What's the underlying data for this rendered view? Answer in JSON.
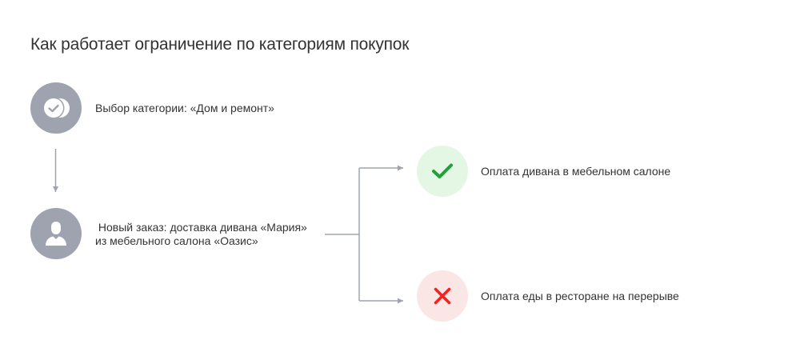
{
  "title": "Как работает ограничение по категориям покупок",
  "steps": [
    {
      "icon": "category-check-icon",
      "label": "Выбор категории: «Дом и ремонт»"
    },
    {
      "icon": "user-icon",
      "label_line1": " Новый заказ: доставка дивана «Мария»",
      "label_line2": "из мебельного салона «Оазис»"
    }
  ],
  "outcomes": [
    {
      "icon": "checkmark-icon",
      "status": "allowed",
      "color": "#21a038",
      "label": "Оплата дивана в мебельном салоне"
    },
    {
      "icon": "cross-icon",
      "status": "declined",
      "color": "#f52222",
      "label": "Оплата еды в ресторане на перерыве"
    }
  ],
  "colors": {
    "node_gray": "#9ea3af",
    "allowed_bg": "#e4f7e4",
    "declined_bg": "#fbe6e6",
    "connector": "#9ea3af"
  }
}
